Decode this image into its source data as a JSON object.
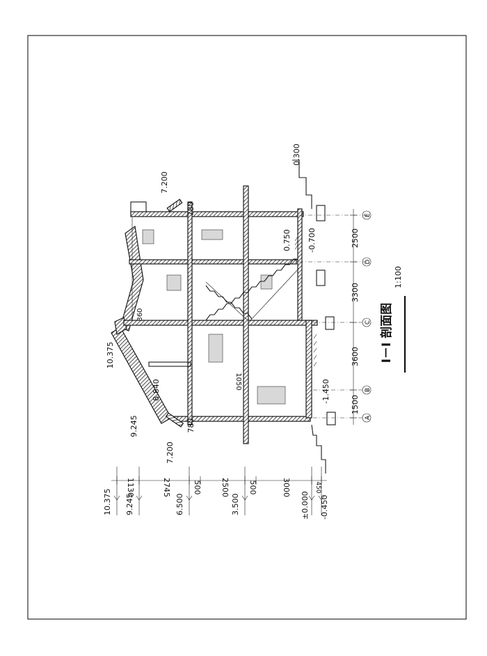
{
  "drawing": {
    "title": "I－I 剖面图",
    "scale": "1:100"
  },
  "elevations": {
    "left": [
      "10.375",
      "9.245",
      "6.500",
      "3.500",
      "±0.000",
      "-0.450"
    ],
    "ridge": "10.375",
    "eave_left": "9.245",
    "floor_low_left": "7.200",
    "floor_top_right": "7.200",
    "inner_8840": "8.840",
    "level_n1450": "-1.450",
    "level_0750": "0.750",
    "level_n0700": "-0.700",
    "level_0300": "0.300"
  },
  "dims": {
    "left_chain": [
      "1130",
      "2745",
      "500",
      "2500",
      "500",
      "3000",
      "450"
    ],
    "bottom_chain": [
      "1500",
      "3600",
      "3300",
      "2500"
    ],
    "d780_a": "780",
    "d780_b": "780",
    "d360": "360",
    "d1050": "1050"
  },
  "axes": [
    "A",
    "B",
    "C",
    "D",
    "E"
  ]
}
